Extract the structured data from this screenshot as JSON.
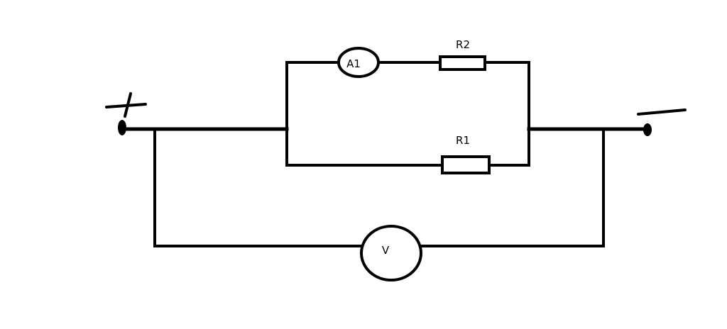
{
  "diagram": {
    "terminals": {
      "positive_symbol": "+",
      "negative_symbol": "−"
    },
    "ammeter": {
      "label": "A1"
    },
    "voltmeter": {
      "label": "V"
    },
    "resistors": {
      "r2": {
        "label": "R2"
      },
      "r1": {
        "label": "R1"
      }
    },
    "colors": {
      "line": "#000000",
      "background": "#ffffff"
    }
  }
}
